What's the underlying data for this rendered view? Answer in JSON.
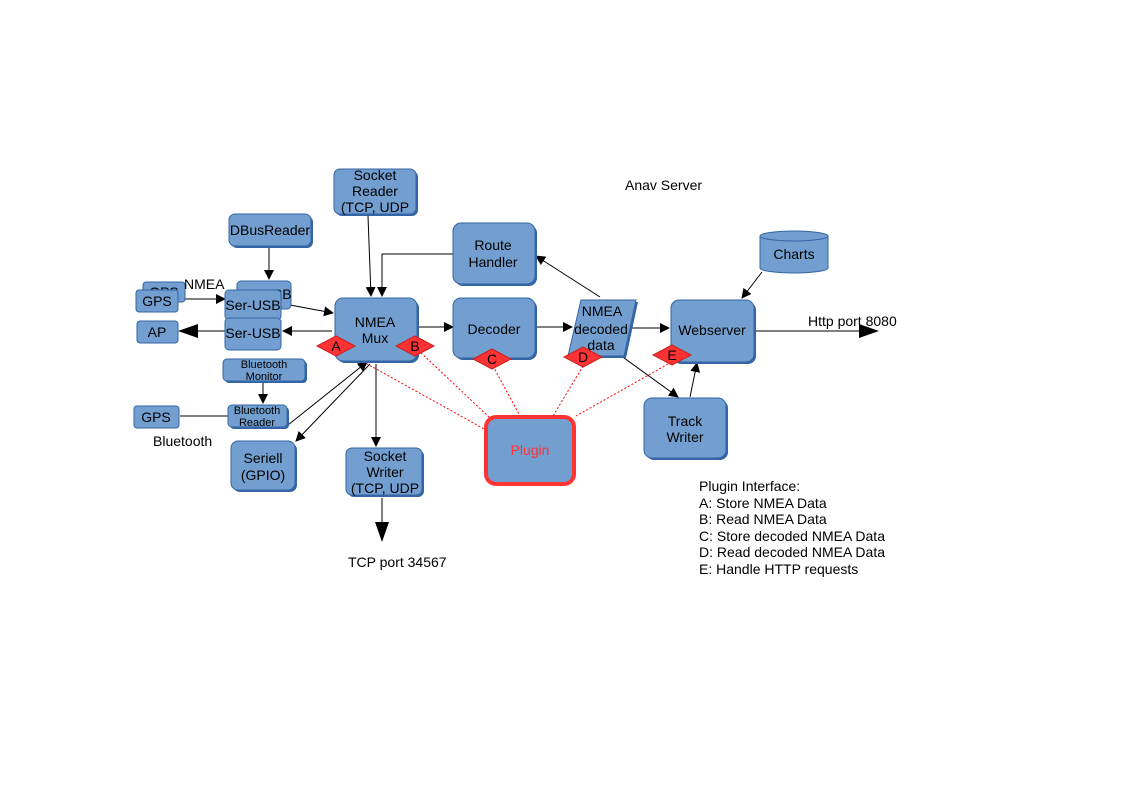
{
  "title": "Anav Server",
  "nodes": {
    "socket_reader": [
      "Socket",
      "Reader",
      "(TCP, UDP"
    ],
    "dbus_reader": [
      "DBusReader"
    ],
    "route_handler": [
      "Route",
      "Handler"
    ],
    "charts": [
      "Charts"
    ],
    "gps_back": [
      "GPS"
    ],
    "gps_front": [
      "GPS"
    ],
    "ser_usb_back": [
      "Ser-USB"
    ],
    "ser_usb_1": [
      "Ser-USB"
    ],
    "ser_usb_2": [
      "Ser-USB"
    ],
    "ap": [
      "AP"
    ],
    "nmea_mux": [
      "NMEA",
      "Mux"
    ],
    "decoder": [
      "Decoder"
    ],
    "nmea_decoded": [
      "NMEA",
      "decoded",
      "data"
    ],
    "webserver": [
      "Webserver"
    ],
    "bt_monitor": [
      "Bluetooth",
      "Monitor"
    ],
    "gps_bt": [
      "GPS"
    ],
    "bt_reader": [
      "Bluetooth",
      "Reader"
    ],
    "seriell": [
      "Seriell",
      "(GPIO)"
    ],
    "socket_writer": [
      "Socket",
      "Writer",
      "(TCP, UDP"
    ],
    "plugin": [
      "Plugin"
    ],
    "track_writer": [
      "Track",
      "Writer"
    ]
  },
  "edge_labels": {
    "nmea": "NMEA",
    "bluetooth": "Bluetooth",
    "http_port": "Http port 8080",
    "tcp_port": "TCP port 34567"
  },
  "interfaces": {
    "a": "A",
    "b": "B",
    "c": "C",
    "d": "D",
    "e": "E"
  },
  "legend": [
    "Plugin Interface:",
    "A: Store NMEA Data",
    "B: Read NMEA Data",
    "C: Store decoded NMEA Data",
    "D: Read decoded NMEA Data",
    "E: Handle HTTP requests"
  ],
  "colors": {
    "node_fill": "#729fcf",
    "node_stroke": "#3465a4",
    "interface_fill": "#ff3333",
    "plugin_border": "#ff3333"
  }
}
